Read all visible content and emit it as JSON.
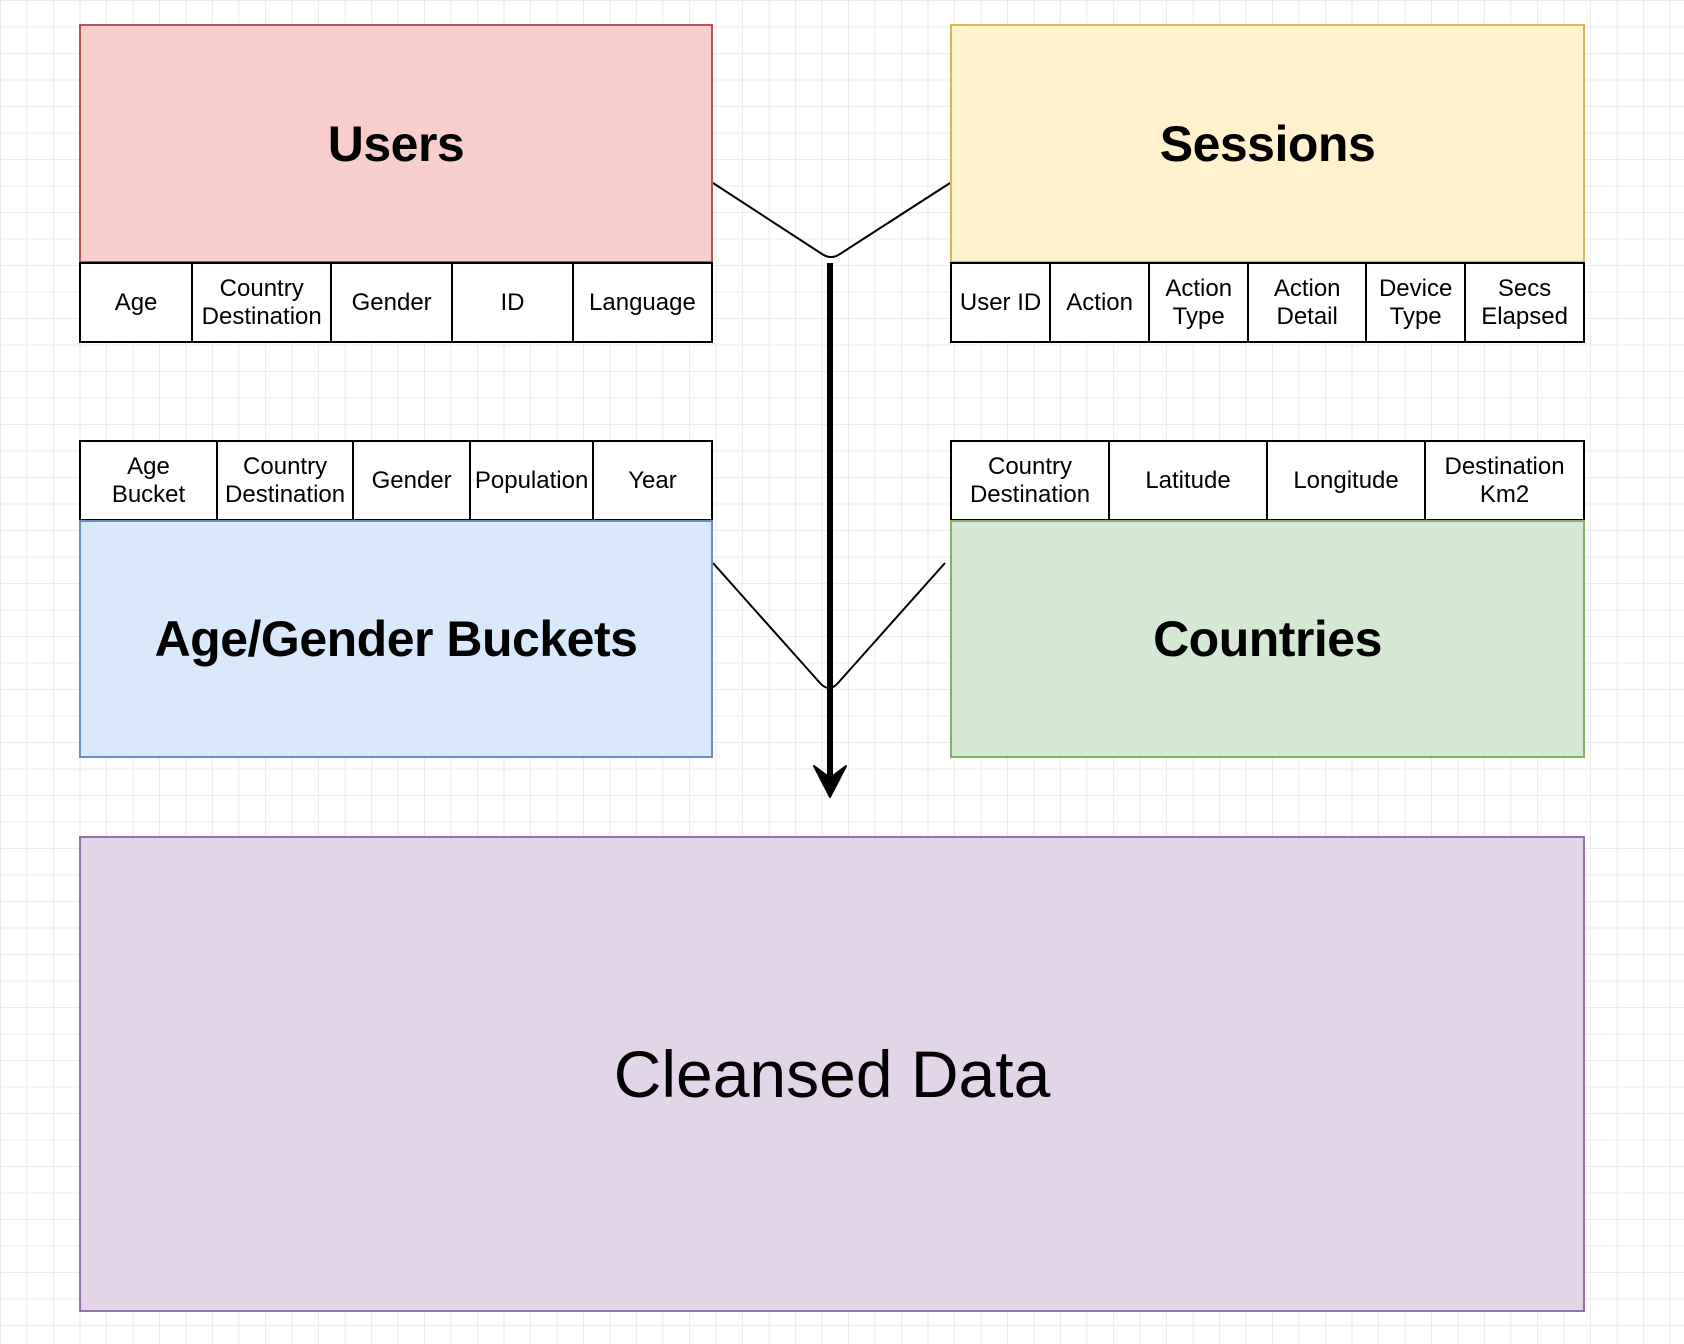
{
  "entities": {
    "users": {
      "title": "Users",
      "fields": [
        "Age",
        "Country\nDestination",
        "Gender",
        "ID",
        "Language"
      ]
    },
    "sessions": {
      "title": "Sessions",
      "fields": [
        "User ID",
        "Action",
        "Action\nType",
        "Action\nDetail",
        "Device\nType",
        "Secs\nElapsed"
      ]
    },
    "age_gender_buckets": {
      "title": "Age/Gender Buckets",
      "fields": [
        "Age\nBucket",
        "Country\nDestination",
        "Gender",
        "Population",
        "Year"
      ]
    },
    "countries": {
      "title": "Countries",
      "fields": [
        "Country\nDestination",
        "Latitude",
        "Longitude",
        "Destination\nKm2"
      ]
    },
    "cleansed_data": {
      "title": "Cleansed Data"
    }
  },
  "colors": {
    "users_fill": "#f8cecc",
    "users_stroke": "#b85450",
    "sessions_fill": "#fff2cc",
    "sessions_stroke": "#d6b656",
    "age_gender_fill": "#dae8fc",
    "age_gender_stroke": "#6c8ebf",
    "countries_fill": "#d5e8d4",
    "countries_stroke": "#82b366",
    "cleansed_fill": "#e1d5e7",
    "cleansed_stroke": "#9673a6"
  }
}
